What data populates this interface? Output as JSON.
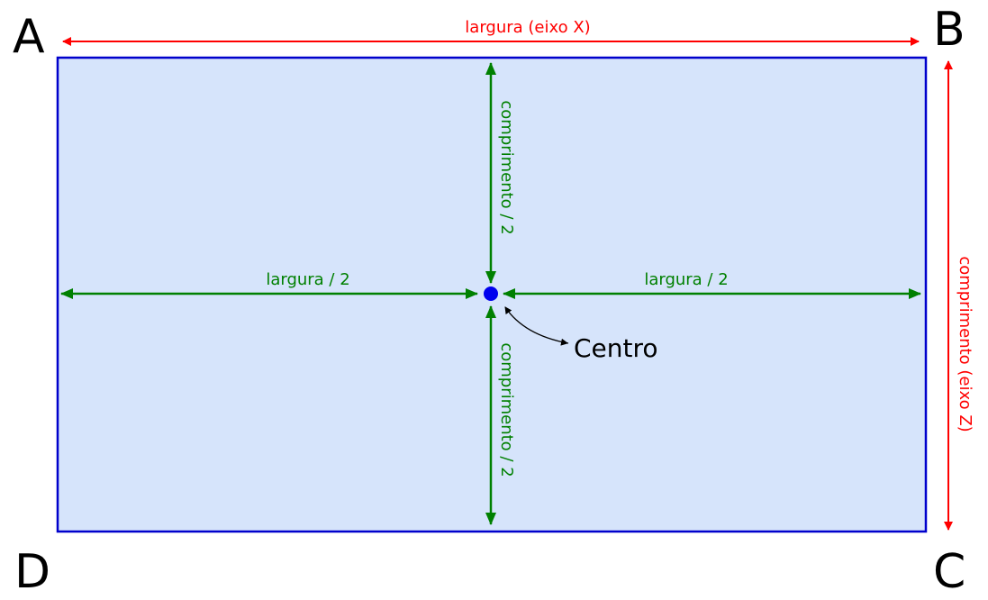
{
  "corners": {
    "a": "A",
    "b": "B",
    "c": "C",
    "d": "D"
  },
  "labels": {
    "width_axis": "largura (eixo X)",
    "length_axis": "comprimento (eixo Z)",
    "half_width_left": "largura / 2",
    "half_width_right": "largura / 2",
    "half_length_top": "comprimento / 2",
    "half_length_bottom": "comprimento / 2",
    "center": "Centro"
  },
  "colors": {
    "rectangle_fill": "#d6e4fb",
    "rectangle_stroke": "#0000cc",
    "axis_arrows": "#ff0000",
    "half_arrows": "#008000",
    "center_point": "#0000ee",
    "pointer": "#000000"
  }
}
